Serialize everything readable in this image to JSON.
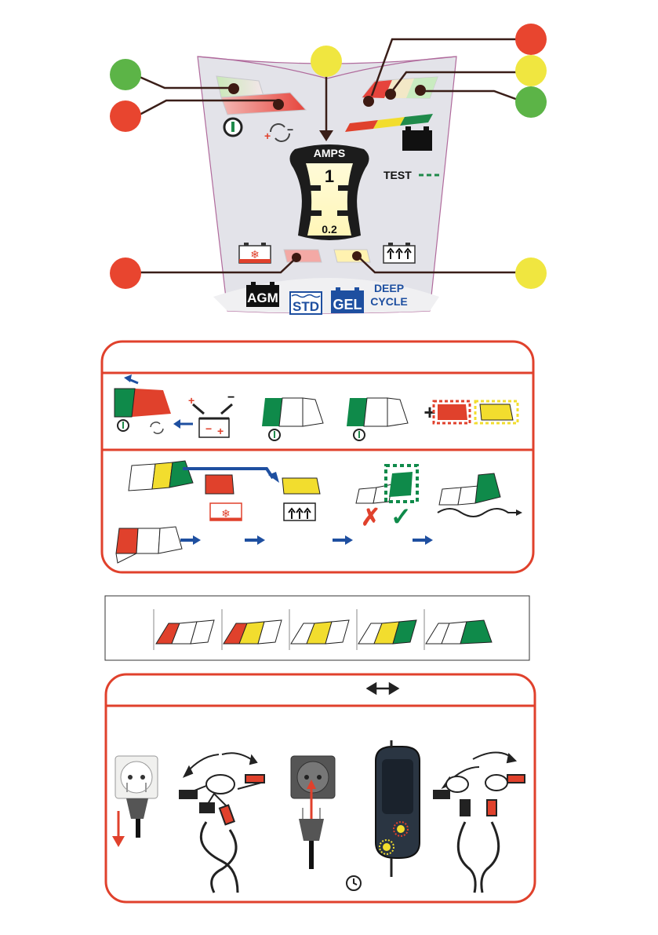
{
  "colors": {
    "accent_red": "#e0412c",
    "led_red": "#e63b3b",
    "led_yellow": "#f2dd2e",
    "led_green": "#58b144",
    "dark_green": "#0f8a4a",
    "navy": "#1e4fa0",
    "panel_grey": "#e3e3e8"
  },
  "panel": {
    "amps_label": "AMPS",
    "amps_high": "1",
    "amps_low": "0.2",
    "test_label": "TEST",
    "battery_types": {
      "agm": "AGM",
      "std": "STD",
      "gel": "GEL",
      "deep_line1": "DEEP",
      "deep_line2": "CYCLE"
    }
  },
  "icons": {
    "power": "power-on-icon",
    "polarity": "polarity-cycle-icon",
    "battery": "battery-icon",
    "snowflake": "cold-battery-icon",
    "recond": "reconditioning-icon",
    "clock": "clock-icon",
    "swap": "double-arrow-icon"
  }
}
